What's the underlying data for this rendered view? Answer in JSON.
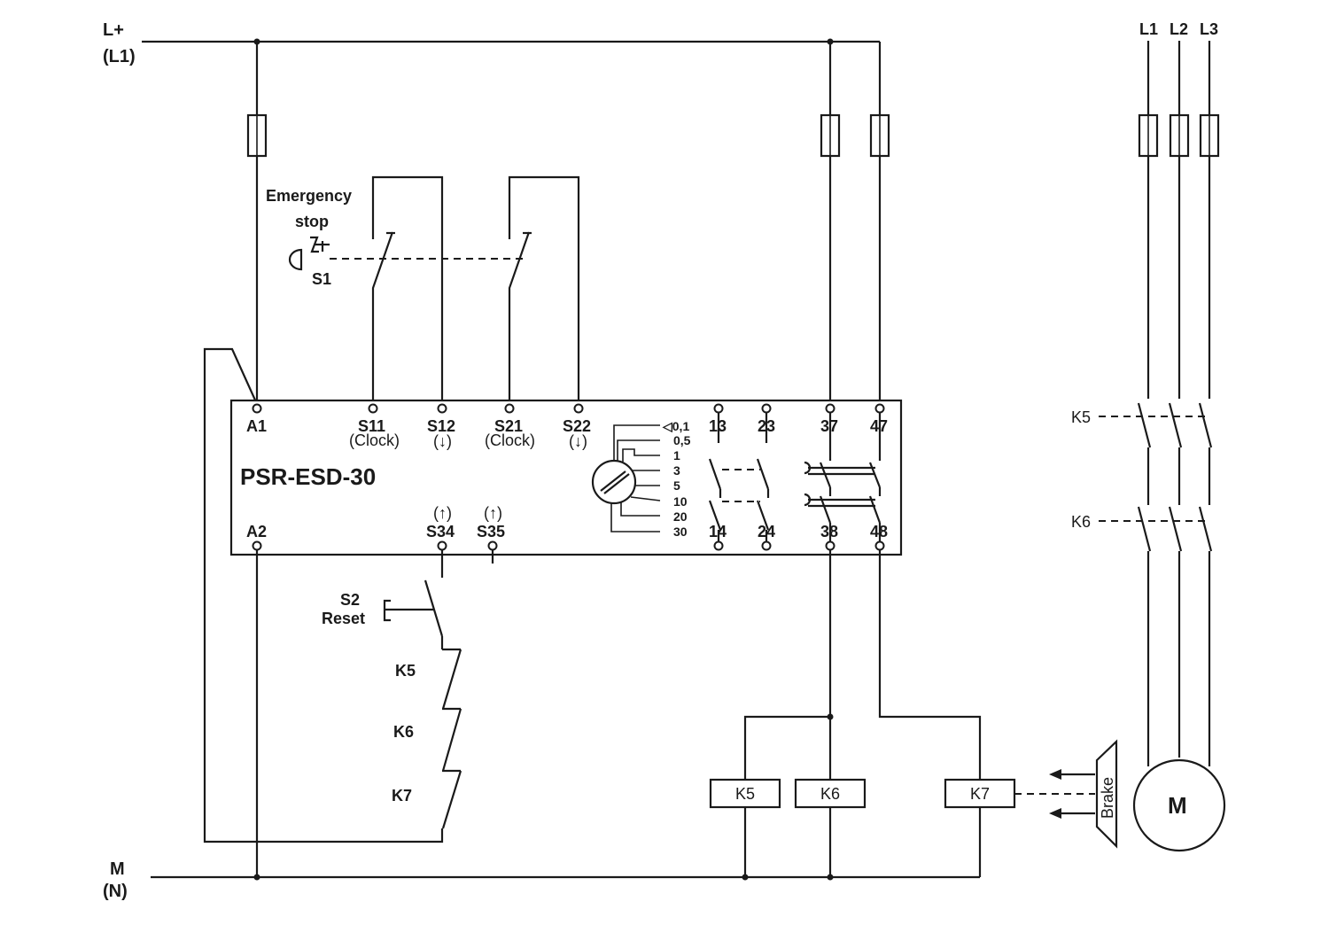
{
  "supply": {
    "top_line": "L+",
    "top_line_alt": "(L1)",
    "bottom_line": "M",
    "bottom_line_alt": "(N)",
    "phases": [
      "L1",
      "L2",
      "L3"
    ]
  },
  "emergency_stop": {
    "title_line1": "Emergency",
    "title_line2": "stop",
    "id": "S1"
  },
  "reset": {
    "id": "S2",
    "label": "Reset"
  },
  "relay": {
    "name": "PSR-ESD-30",
    "top_terminals": [
      {
        "id": "A1",
        "sub": ""
      },
      {
        "id": "S11",
        "sub": "(Clock)"
      },
      {
        "id": "S12",
        "sub": "(↓)"
      },
      {
        "id": "S21",
        "sub": "(Clock)"
      },
      {
        "id": "S22",
        "sub": "(↓)"
      },
      {
        "id": "13",
        "sub": ""
      },
      {
        "id": "23",
        "sub": ""
      },
      {
        "id": "37",
        "sub": ""
      },
      {
        "id": "47",
        "sub": ""
      }
    ],
    "bottom_terminals": [
      {
        "id": "A2",
        "sub": ""
      },
      {
        "id": "S34",
        "sub": "(↑)"
      },
      {
        "id": "S35",
        "sub": "(↑)"
      },
      {
        "id": "14",
        "sub": ""
      },
      {
        "id": "24",
        "sub": ""
      },
      {
        "id": "38",
        "sub": ""
      },
      {
        "id": "48",
        "sub": ""
      }
    ],
    "delay_settings": [
      "◁0,1",
      "0,5",
      "1",
      "3",
      "5",
      "10",
      "20",
      "30"
    ]
  },
  "feedback_contacts": [
    "K5",
    "K6",
    "K7"
  ],
  "coils": [
    "K5",
    "K6",
    "K7"
  ],
  "motor_contacts": [
    "K5",
    "K6"
  ],
  "brake_label": "Brake",
  "motor_label": "M"
}
